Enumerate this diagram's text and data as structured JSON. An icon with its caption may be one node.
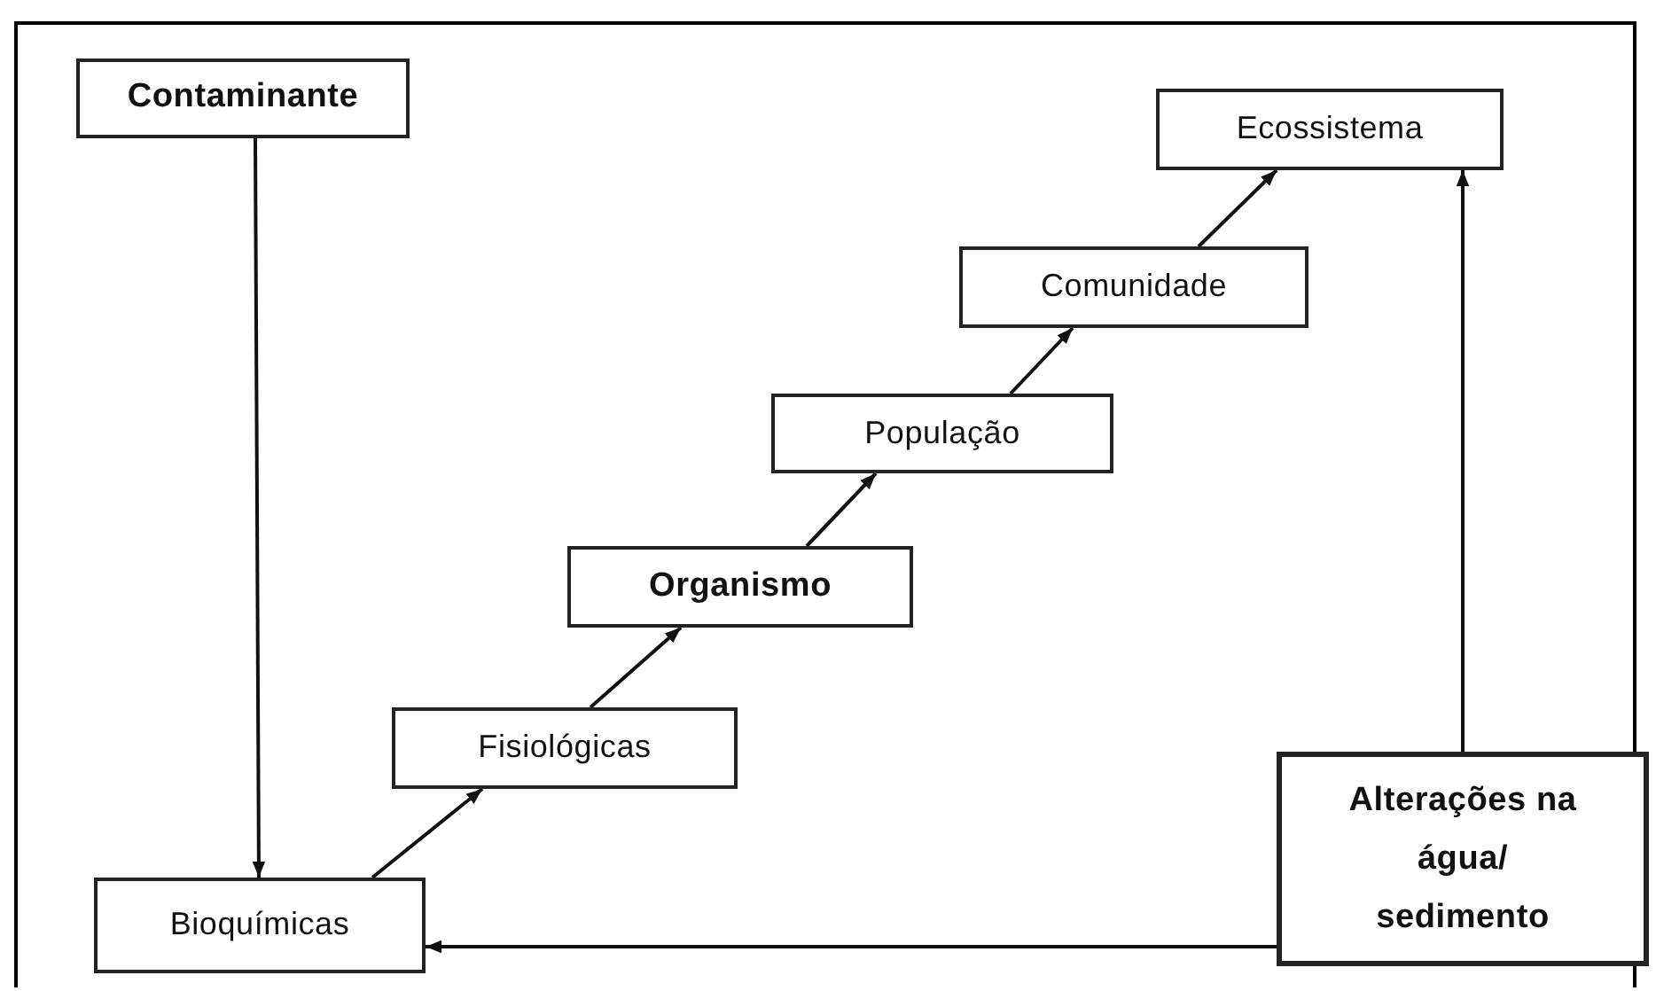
{
  "diagram": {
    "nodes": [
      {
        "text": [
          "Contaminante"
        ]
      },
      {
        "text": [
          "Ecossistema"
        ]
      },
      {
        "text": [
          "Comunidade"
        ]
      },
      {
        "text": [
          "População"
        ]
      },
      {
        "text": [
          "Organismo"
        ]
      },
      {
        "text": [
          "Fisiológicas"
        ]
      },
      {
        "text": [
          "Bioquímicas"
        ]
      },
      {
        "text": [
          "Alterações na água/ sedimento"
        ]
      }
    ],
    "edges": [
      {
        "from": 0,
        "to": 6,
        "arrow": "to"
      },
      {
        "from": 6,
        "to": 5,
        "arrow": "to"
      },
      {
        "from": 5,
        "to": 4,
        "arrow": "to"
      },
      {
        "from": 4,
        "to": 3,
        "arrow": "to"
      },
      {
        "from": 3,
        "to": 2,
        "arrow": "to"
      },
      {
        "from": 2,
        "to": 1,
        "arrow": "to"
      },
      {
        "from": 7,
        "to": 1,
        "arrow": "to"
      },
      {
        "from": 7,
        "to": 6,
        "arrow": "to"
      }
    ]
  }
}
